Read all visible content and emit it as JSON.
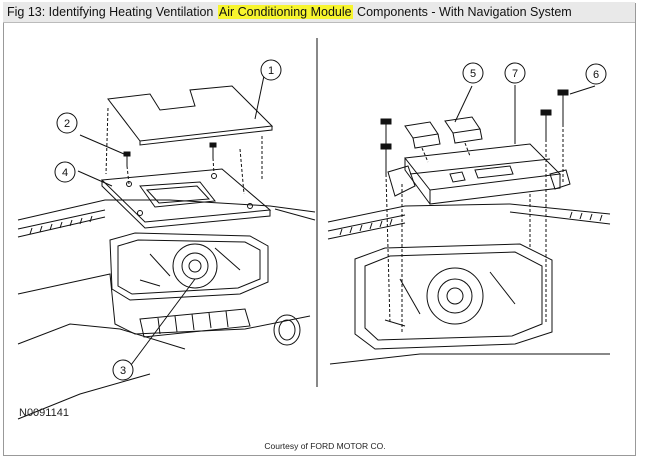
{
  "title": {
    "prefix": "Fig 13: Identifying Heating Ventilation ",
    "highlight": "Air Conditioning Module",
    "suffix": " Components - With Navigation System"
  },
  "callouts": [
    "1",
    "2",
    "3",
    "4",
    "5",
    "6",
    "7"
  ],
  "figure_code": "N0091141",
  "credit": "Courtesy of FORD MOTOR CO.",
  "colors": {
    "highlight": "#f7f52e",
    "title_bar": "#e9e9e9"
  }
}
